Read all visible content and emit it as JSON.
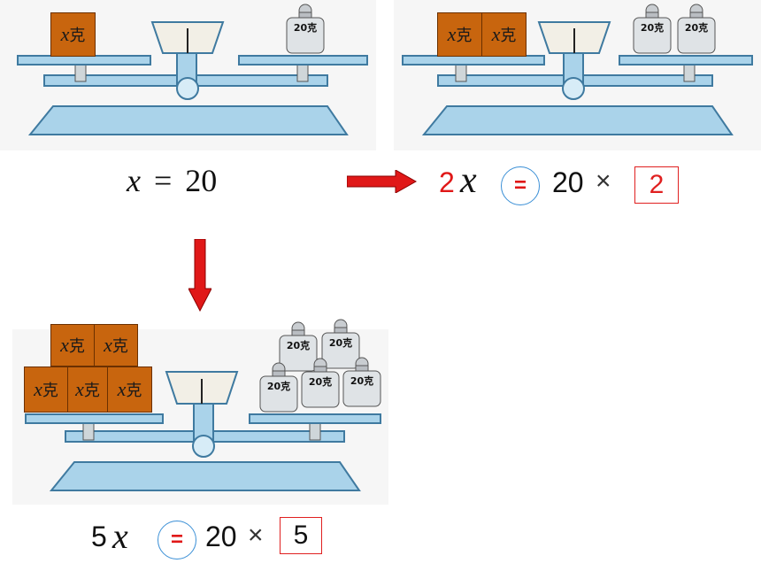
{
  "colors": {
    "scale_body": "#aad3ea",
    "scale_edge": "#3f7aa0",
    "box_fill": "#c8650e",
    "red_arrow": "#e01818",
    "circle": "#3a8fd6",
    "answer_box": "#e02020"
  },
  "box_label": {
    "var": "x",
    "unit": "克"
  },
  "weight_label": "20克",
  "top_left": {
    "equation": {
      "lhs": "x",
      "eq": "=",
      "rhs": "20"
    }
  },
  "top_right": {
    "equation": {
      "coef": "2",
      "var": "x",
      "eq": "=",
      "base": "20",
      "times": "×",
      "answer": "2"
    }
  },
  "bottom": {
    "equation": {
      "coef": "5",
      "var": "x",
      "eq": "=",
      "base": "20",
      "times": "×",
      "answer": "5"
    }
  }
}
